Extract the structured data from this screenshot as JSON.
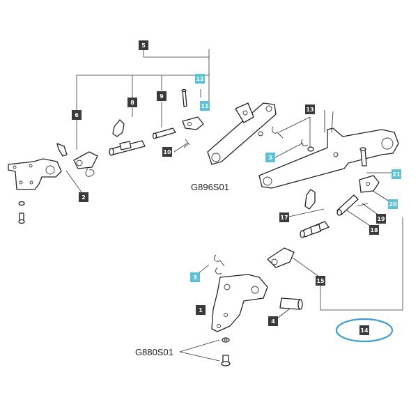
{
  "colors": {
    "dark_tag": "#3a3a3a",
    "blue_tag": "#5bc2d8",
    "tag_text_dark": "#ffffff",
    "tag_text_blue": "#ffffff",
    "highlight_ellipse": "#3a9fd4"
  },
  "refs": {
    "top": "G896S01",
    "bottom": "G880S01"
  },
  "tags": {
    "t1": "1",
    "t2": "2",
    "t3a": "3",
    "t3b": "3",
    "t4": "4",
    "t5": "5",
    "t6": "6",
    "t8": "8",
    "t9": "9",
    "t10": "10",
    "t11": "11",
    "t12": "12",
    "t13": "13",
    "t14": "14",
    "t15": "15",
    "t17": "17",
    "t18": "18",
    "t19": "19",
    "t20": "20",
    "t21": "21"
  }
}
